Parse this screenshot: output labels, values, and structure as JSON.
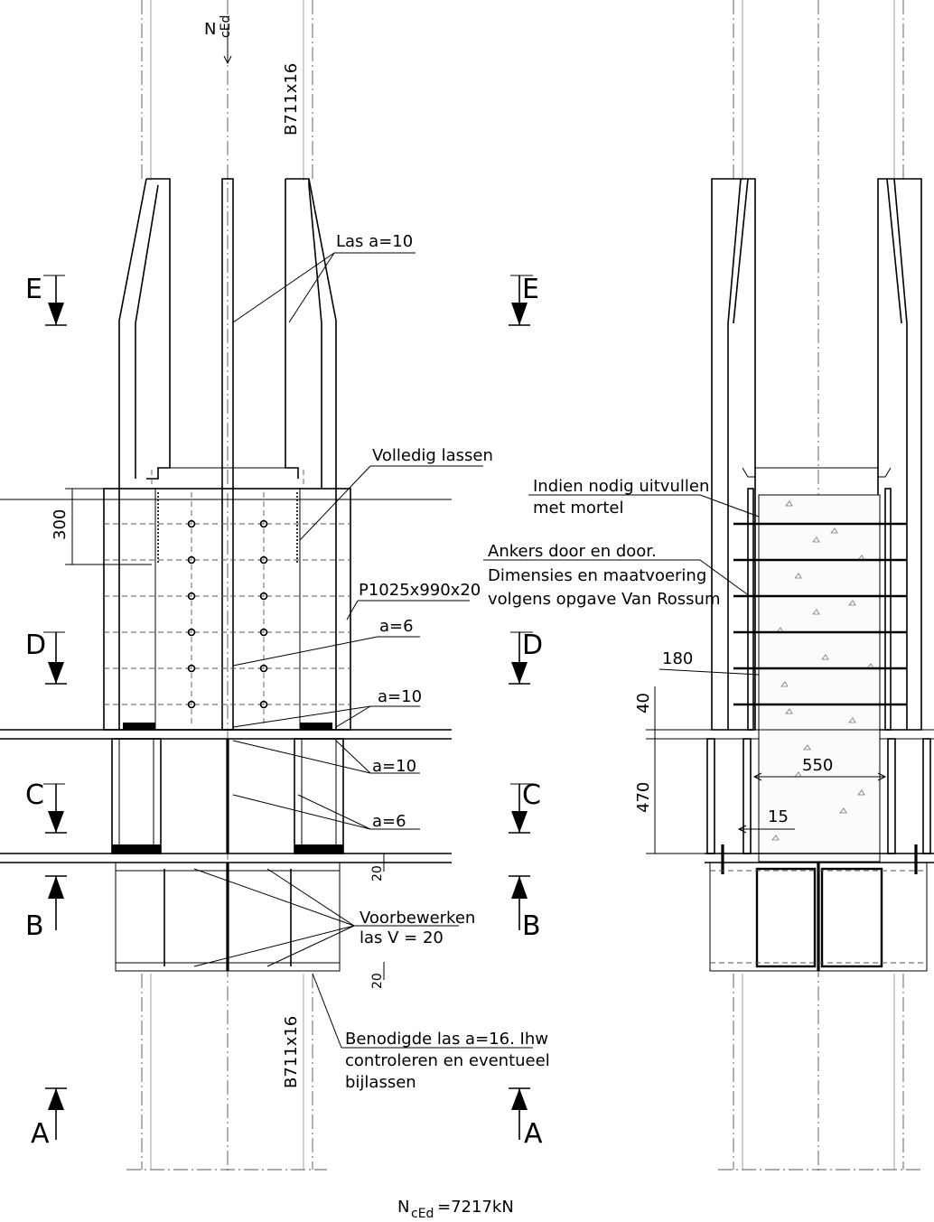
{
  "top_load": {
    "symbol": "N",
    "subscript": "cEd"
  },
  "profile_top": "B711x16",
  "profile_bottom": "B711x16",
  "weld_las": "Las a=10",
  "volledig": "Volledig lassen",
  "dim_300": "300",
  "plate": "P1025x990x20",
  "a6": "a=6",
  "a10": "a=10",
  "a10b": "a=10",
  "a6b": "a=6",
  "dim_20a": "20",
  "dim_20b": "20",
  "voorbewerken_1": "Voorbewerken",
  "voorbewerken_2": "las V = 20",
  "benodigde_1": "Benodigde las a=16. Ihw",
  "benodigde_2": "controleren en eventueel",
  "benodigde_3": "bijlassen",
  "indien_1": "Indien nodig uitvullen",
  "indien_2": "met mortel",
  "ankers_1": "Ankers door en door.",
  "ankers_2": "Dimensies en maatvoering",
  "ankers_3": "volgens opgave Van Rossum",
  "dim_180": "180",
  "dim_40": "40",
  "dim_470": "470",
  "dim_550": "550",
  "dim_15": "15",
  "sections": {
    "E": "E",
    "D": "D",
    "C": "C",
    "B": "B",
    "A": "A"
  },
  "bottom_load": {
    "symbol": "N",
    "subscript": "cEd",
    "value": "=7217kN"
  }
}
